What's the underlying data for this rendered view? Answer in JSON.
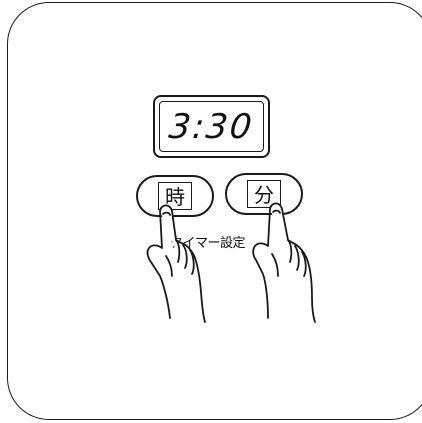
{
  "display": {
    "time": "3:30"
  },
  "buttons": {
    "hour_label": "時",
    "minute_label": "分"
  },
  "caption": {
    "text": "タイマー設定"
  },
  "icons": [
    "left-hand-icon",
    "right-hand-icon"
  ]
}
